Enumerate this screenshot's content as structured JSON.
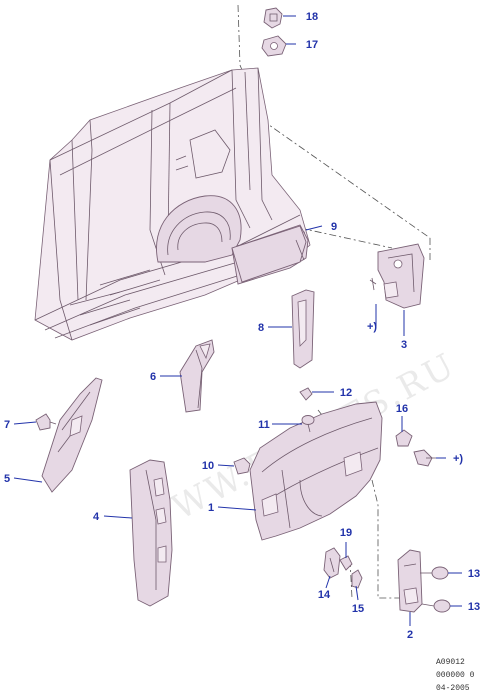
{
  "watermark": "WWW.FLCATS.RU",
  "callouts": [
    {
      "id": "18",
      "label": "18"
    },
    {
      "id": "17",
      "label": "17"
    },
    {
      "id": "9",
      "label": "9"
    },
    {
      "id": "8",
      "label": "8"
    },
    {
      "id": "6",
      "label": "6"
    },
    {
      "id": "3",
      "label": "3"
    },
    {
      "id": "plus1",
      "label": "+)"
    },
    {
      "id": "12",
      "label": "12"
    },
    {
      "id": "11",
      "label": "11"
    },
    {
      "id": "16",
      "label": "16"
    },
    {
      "id": "plus2",
      "label": "+)"
    },
    {
      "id": "7",
      "label": "7"
    },
    {
      "id": "5",
      "label": "5"
    },
    {
      "id": "10",
      "label": "10"
    },
    {
      "id": "1",
      "label": "1"
    },
    {
      "id": "4",
      "label": "4"
    },
    {
      "id": "19",
      "label": "19"
    },
    {
      "id": "14",
      "label": "14"
    },
    {
      "id": "15",
      "label": "15"
    },
    {
      "id": "13a",
      "label": "13"
    },
    {
      "id": "13b",
      "label": "13"
    },
    {
      "id": "2",
      "label": "2"
    }
  ],
  "reference": [
    "A09012",
    "000000 0",
    "04-2005"
  ]
}
